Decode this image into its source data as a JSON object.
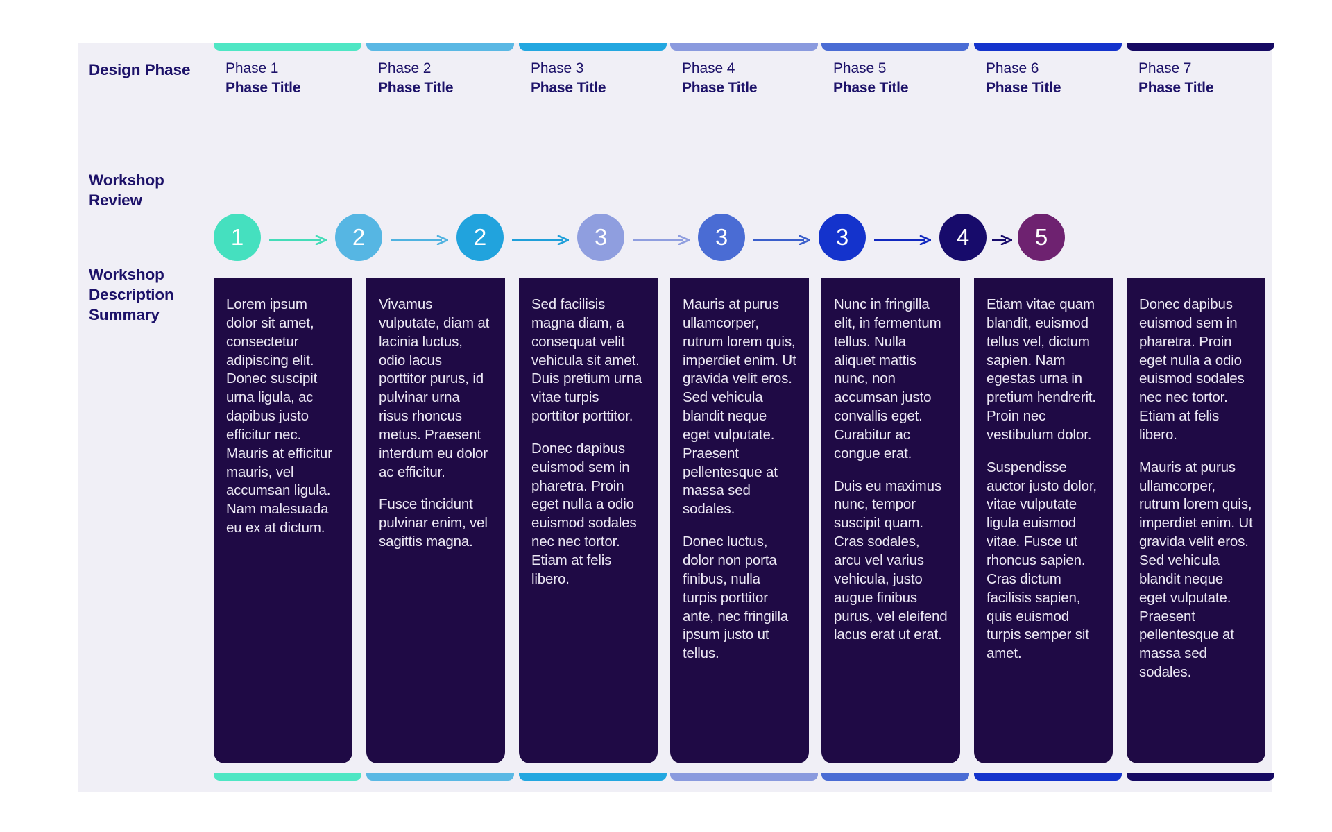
{
  "rows": {
    "design_phase_label": "Design Phase",
    "workshop_review_label": "Workshop\nReview",
    "workshop_summary_label": "Workshop\nDescription\nSummary"
  },
  "palette": {
    "canvas": "#f0eff6",
    "card_bg": "#1f0a45",
    "card_text": "#ece8f4",
    "heading_text": "#1d1269",
    "page_bg": "#ffffff"
  },
  "columns": [
    {
      "kicker": "Phase 1",
      "title": "Phase Title",
      "accent": "#4fe6c4",
      "node_number": "1",
      "node_color": "#45e0bf",
      "arrow_color": "#45dcb8",
      "paragraphs": [
        "Lorem ipsum dolor sit amet, consectetur adipiscing elit. Donec suscipit urna ligula, ac dapibus justo efficitur nec. Mauris at efficitur mauris, vel accumsan ligula. Nam malesuada eu ex at dictum."
      ]
    },
    {
      "kicker": "Phase 2",
      "title": "Phase Title",
      "accent": "#5ab8e4",
      "node_number": "2",
      "node_color": "#56b6e3",
      "arrow_color": "#4fb2e0",
      "paragraphs": [
        "Vivamus vulputate, diam at lacinia luctus, odio lacus porttitor purus, id pulvinar urna risus rhoncus metus. Praesent interdum eu dolor ac efficitur.",
        "Fusce tincidunt pulvinar enim, vel sagittis magna."
      ]
    },
    {
      "kicker": "Phase 3",
      "title": "Phase Title",
      "accent": "#23a7e0",
      "node_number": "2",
      "node_color": "#21a3dd",
      "arrow_color": "#1f9fd9",
      "paragraphs": [
        "Sed facilisis magna diam, a consequat velit vehicula sit amet. Duis pretium urna vitae turpis porttitor porttitor.",
        "Donec dapibus euismod sem in pharetra. Proin eget nulla a odio euismod sodales nec nec tortor. Etiam at felis libero."
      ]
    },
    {
      "kicker": "Phase 4",
      "title": "Phase Title",
      "accent": "#8a9ade",
      "node_number": "3",
      "node_color": "#8f9edf",
      "arrow_color": "#8f9edf",
      "paragraphs": [
        "Mauris at purus ullamcorper, rutrum lorem quis, imperdiet enim. Ut gravida velit eros. Sed vehicula blandit neque eget vulputate. Praesent pellentesque at massa sed sodales.",
        "Donec luctus, dolor non porta finibus, nulla turpis porttitor ante, nec fringilla ipsum justo ut tellus."
      ]
    },
    {
      "kicker": "Phase 5",
      "title": "Phase Title",
      "accent": "#4a6cd4",
      "node_number": "3",
      "node_color": "#4a6cd4",
      "arrow_color": "#3a5ecb",
      "paragraphs": [
        "Nunc in fringilla elit, in fermentum tellus. Nulla aliquet mattis nunc, non accumsan justo convallis eget. Curabitur ac congue erat.",
        "Duis eu maximus nunc, tempor suscipit quam. Cras sodales, arcu vel varius vehicula, justo augue finibus purus, vel eleifend lacus erat ut erat."
      ]
    },
    {
      "kicker": "Phase 6",
      "title": "Phase Title",
      "accent": "#1433cc",
      "node_number": "3",
      "node_color": "#1433cc",
      "arrow_color": "#1128bf",
      "paragraphs": [
        "Etiam vitae quam blandit, euismod tellus vel, dictum sapien. Nam egestas urna in pretium hendrerit. Proin nec vestibulum dolor.",
        "Suspendisse auctor justo dolor, vitae vulputate ligula euismod vitae. Fusce ut rhoncus sapien. Cras dictum facilisis sapien, quis euismod turpis semper sit amet."
      ]
    },
    {
      "kicker": "Phase 7",
      "title": "Phase Title",
      "accent": "#160a63",
      "node_number": "4",
      "node_color": "#170b6b",
      "arrow_color": "#170b6b",
      "paragraphs": [
        "Donec dapibus euismod sem in pharetra. Proin eget nulla a odio euismod sodales nec nec tortor. Etiam at felis libero.",
        "Mauris at purus ullamcorper, rutrum lorem quis, imperdiet enim. Ut gravida velit eros. Sed vehicula blandit neque eget vulputate. Praesent pellentesque at massa sed sodales."
      ]
    }
  ],
  "final_node": {
    "node_number": "5",
    "node_color": "#6e2270"
  }
}
